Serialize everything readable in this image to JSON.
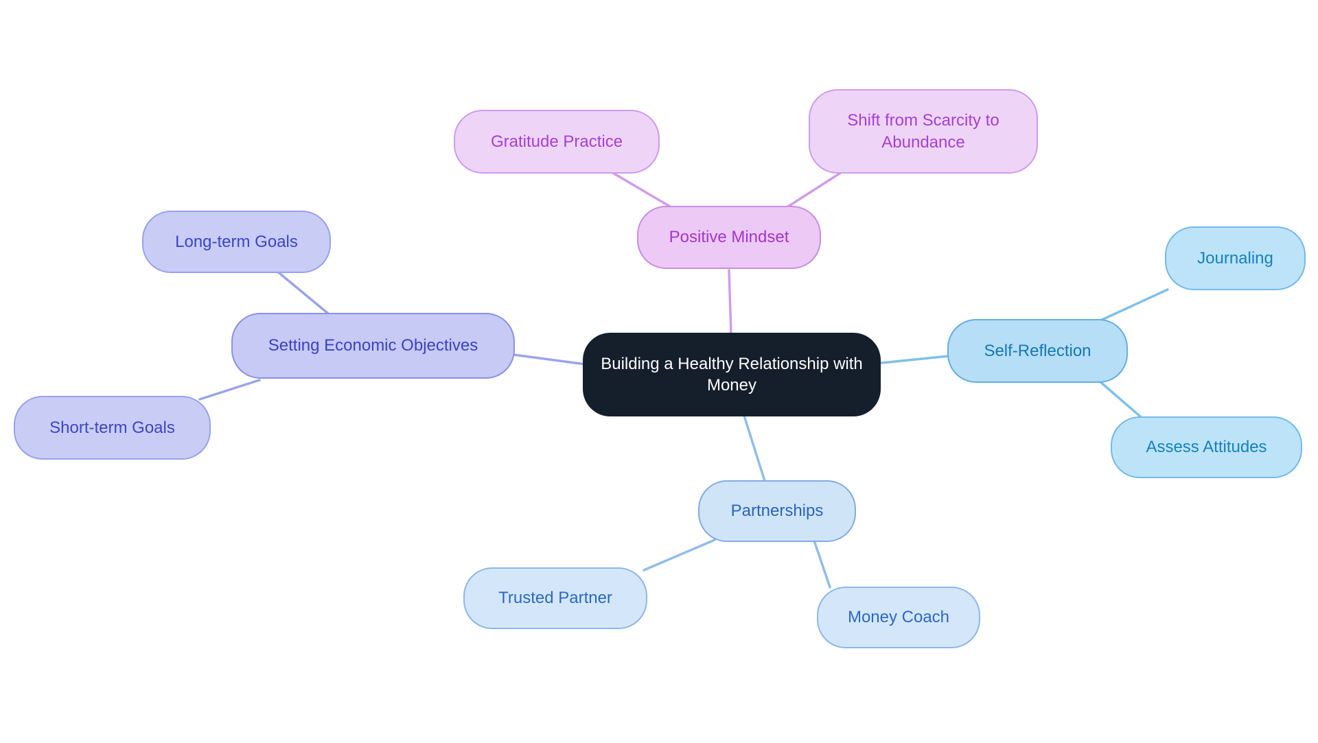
{
  "background": "#ffffff",
  "center": {
    "label": "Building a Healthy Relationship with Money",
    "fill": "#151e2b",
    "text_color": "#ffffff"
  },
  "branches": [
    {
      "id": "positive-mindset",
      "label": "Positive Mindset",
      "fill": "#edc9f5",
      "border": "#ca8ce4",
      "text_color": "#a136cd",
      "line_color": "#cf9ce8",
      "child_fill": "#eed5f8",
      "child_border": "#d09aec",
      "child_text_color": "#a63fd2",
      "children": [
        {
          "label": "Gratitude Practice"
        },
        {
          "label": "Shift from Scarcity to Abundance"
        }
      ]
    },
    {
      "id": "setting-economic-objectives",
      "label": "Setting Economic Objectives",
      "fill": "#c6caf4",
      "border": "#8a91e6",
      "text_color": "#3b42c1",
      "line_color": "#9ba3ea",
      "child_fill": "#c9cdf6",
      "child_border": "#99a0ec",
      "child_text_color": "#3b45c6",
      "children": [
        {
          "label": "Long-term Goals"
        },
        {
          "label": "Short-term Goals"
        }
      ]
    },
    {
      "id": "self-reflection",
      "label": "Self-Reflection",
      "fill": "#b6def7",
      "border": "#64aedd",
      "text_color": "#1478b3",
      "line_color": "#7fc0ea",
      "child_fill": "#bde3f9",
      "child_border": "#74b9ea",
      "child_text_color": "#1482bd",
      "children": [
        {
          "label": "Journaling"
        },
        {
          "label": "Assess Attitudes"
        }
      ]
    },
    {
      "id": "partnerships",
      "label": "Partnerships",
      "fill": "#d0e4f8",
      "border": "#84abe0",
      "text_color": "#2a63ba",
      "line_color": "#91bce9",
      "child_fill": "#d4e7fa",
      "child_border": "#8db6ea",
      "child_text_color": "#2a68c4",
      "children": [
        {
          "label": "Trusted Partner"
        },
        {
          "label": "Money Coach"
        }
      ]
    }
  ]
}
